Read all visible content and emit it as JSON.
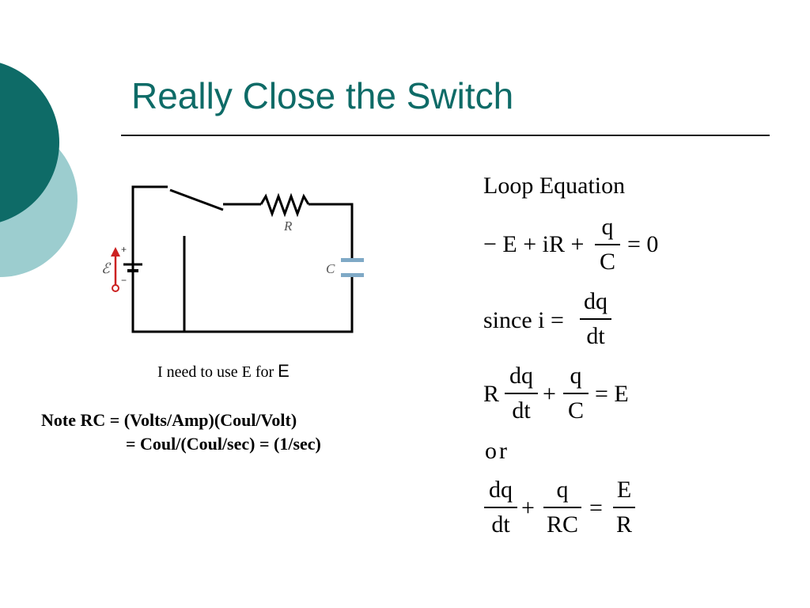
{
  "slide": {
    "title": "Really Close the Switch",
    "accent_color": "#0e6b67",
    "light_accent_color": "#9ccdcf"
  },
  "circuit": {
    "resistor_label": "R",
    "capacitor_label": "C",
    "emf_label": "ℰ",
    "plus_sign": "+",
    "minus_sign": "−",
    "wire_color": "#000000",
    "emf_arrow_color": "#cc2222"
  },
  "caption": {
    "text": "I need to use E for ",
    "symbol": "E"
  },
  "note": {
    "line1": "Note RC = (Volts/Amp)(Coul/Volt)",
    "line2": "= Coul/(Coul/sec) = (1/sec)"
  },
  "equations": {
    "heading": "Loop Equation",
    "eq1": {
      "lhs": "− E + iR + ",
      "num": "q",
      "den": "C",
      "rhs": "= 0"
    },
    "eq2": {
      "lhs": "since i = ",
      "num": "dq",
      "den": "dt"
    },
    "eq3": {
      "r": "R",
      "num1": "dq",
      "den1": "dt",
      "plus": "+",
      "num2": "q",
      "den2": "C",
      "rhs": "= E"
    },
    "or_text": "or",
    "eq4": {
      "num1": "dq",
      "den1": "dt",
      "plus": "+",
      "num2": "q",
      "den2": "RC",
      "eq": "=",
      "num3": "E",
      "den3": "R"
    }
  }
}
